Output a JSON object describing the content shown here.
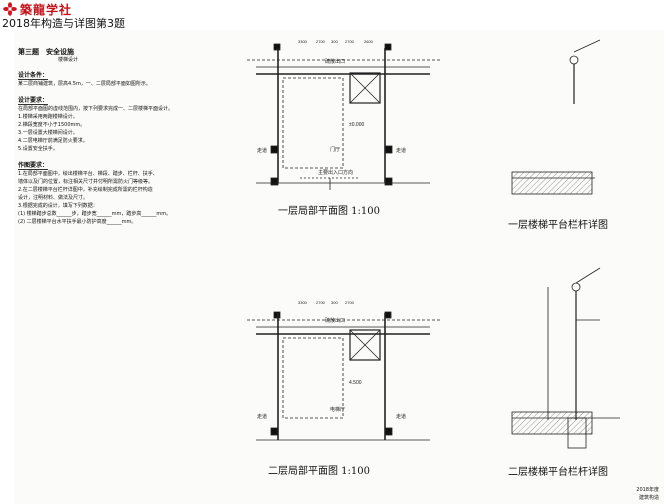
{
  "header": {
    "brand": "築龍学社",
    "title": "2018年构造与详图第3题"
  },
  "task": {
    "heading": "第三题　安全设施",
    "subheading": "楼梯设计",
    "sections": [
      {
        "title": "设计条件：",
        "lines": [
          "某二层商铺建筑，层高4.5m，一、二层局部平面如图所示。"
        ]
      },
      {
        "title": "设计要求：",
        "lines": [
          "在局部平面图的虚线范围内，按下列要求完成一、二层楼梯平面设计。",
          "1.楼梯采用两跑楼梯设计。",
          "2.梯段宽度不小于1500mm。",
          "3.一层设置大楼梯间设计。",
          "4.二层电梯厅前满足防火要求。",
          "5.设置安全扶手。"
        ]
      },
      {
        "title": "作图要求：",
        "lines": [
          "1.在局部平面图中，绘出楼梯平台、梯段、踏步、栏杆、扶手、",
          "墙体以及门的位置，标注相关尺寸并付明所需防火门等级等。",
          "2.在二层楼梯平台栏杆详图中，补充绘制完成所需的栏杆构造",
          "设计，注明材料、做法及尺寸。",
          "3.根据完成的设计，填写下列数据：",
          "(1) 楼梯踏步总数______步，踏步宽______mm，踏步高______mm。",
          "(2) 二层楼梯平台水平扶手最小防护高度______mm。"
        ]
      }
    ]
  },
  "plans": {
    "first": {
      "caption": "一层局部平面图 1:100",
      "labels": [
        "硫散出口",
        "门厅",
        "走道",
        "走道",
        "主要出入口方向"
      ],
      "elevation": "±0.000",
      "dims": [
        "3300",
        "2700",
        "300",
        "2700",
        "2600"
      ]
    },
    "second": {
      "caption": "二层局部平面图 1:100",
      "labels": [
        "硫散出口",
        "电梯厅",
        "走道",
        "走道"
      ],
      "elevation": "4.500",
      "dims": [
        "3300",
        "2700",
        "300",
        "2700"
      ]
    }
  },
  "details": {
    "first": {
      "caption": "一层楼梯平台栏杆详图"
    },
    "second": {
      "caption": "二层楼梯平台栏杆详图"
    }
  },
  "footer": {
    "line1": "2018年度",
    "line2": "建筑构造"
  }
}
